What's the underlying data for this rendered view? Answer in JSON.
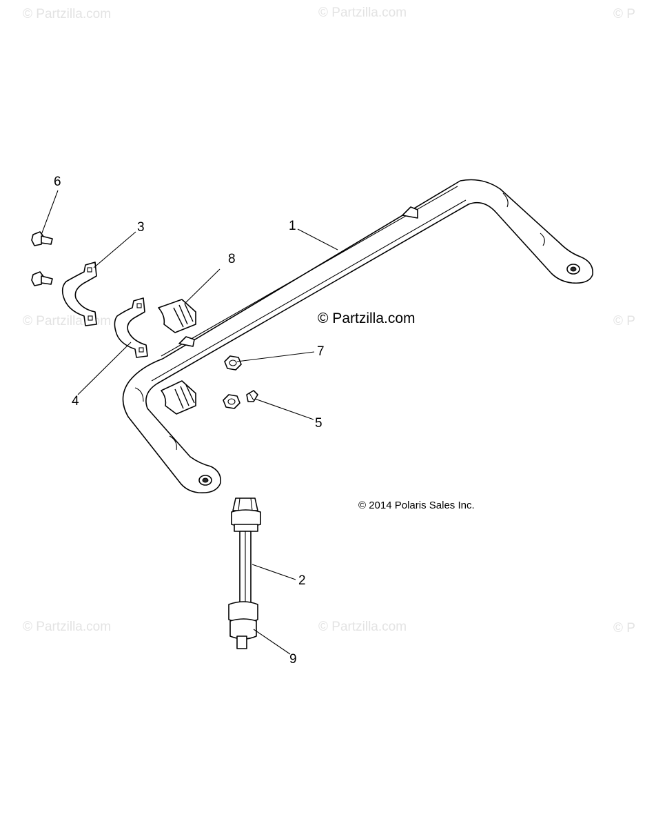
{
  "watermarks": [
    "© Partzilla.com",
    "© Partzilla.com",
    "© P",
    "© Partzilla.com",
    "© P",
    "© Partzilla.com",
    "© Partzilla.com",
    "© P"
  ],
  "brand_text": "© Partzilla.com",
  "copyright": "© 2014 Polaris Sales Inc.",
  "callouts": {
    "c1": "1",
    "c2": "2",
    "c3": "3",
    "c4": "4",
    "c5": "5",
    "c6": "6",
    "c7": "7",
    "c8": "8",
    "c9": "9"
  }
}
